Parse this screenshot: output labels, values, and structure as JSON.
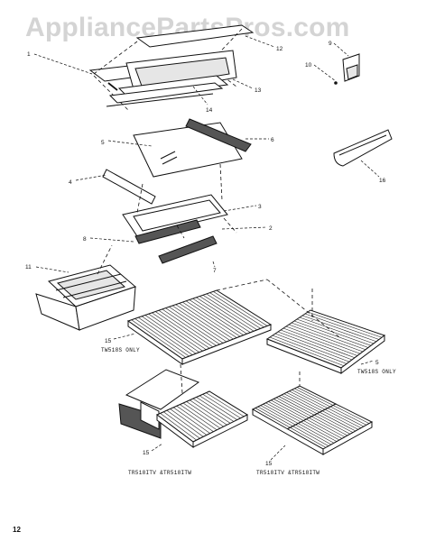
{
  "watermark": "AppliancePartsPros.com",
  "page_number": "12",
  "callouts": {
    "c1": "1",
    "c2": "2",
    "c3": "3",
    "c4": "4",
    "c5": "5",
    "c6": "6",
    "c7": "7",
    "c8": "8",
    "c9": "9",
    "c10": "10",
    "c11": "11",
    "c12": "12",
    "c13": "13",
    "c14": "14",
    "c15a": "15",
    "c15b": "15",
    "c15c": "15",
    "c5b": "5",
    "c16": "16"
  },
  "captions": {
    "left_shelf": "TW518S ONLY",
    "right_shelf": "TW518S ONLY",
    "bottom_left": "TR518ITV &TR518ITW",
    "bottom_right": "TR518ITV &TR518ITW"
  }
}
